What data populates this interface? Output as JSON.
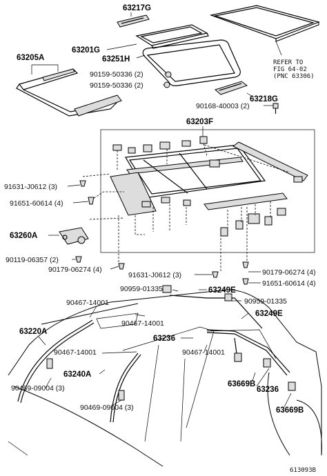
{
  "labels": {
    "p63217G": "63217G",
    "p63201G": "63201G",
    "p63251H": "63251H",
    "p63205A": "63205A",
    "b90159a": "90159-50336 (2)",
    "b90159b": "90159-50336 (2)",
    "refer1": "REFER TO",
    "refer2": "FIG 64-02",
    "refer3": "(PNC 63306)",
    "p63218G": "63218G",
    "b90168": "90168-40003 (2)",
    "p63203F": "63203F",
    "b91631a": "91631-J0612 (3)",
    "b91651a": "91651-60614 (4)",
    "p63260A": "63260A",
    "b90119": "90119-06357 (2)",
    "b90179a": "90179-06274 (4)",
    "b91631b": "91631-J0612 (3)",
    "b90179b": "90179-06274 (4)",
    "b91651b": "91651-60614 (4)",
    "b90959a": "90959-01335",
    "p63249Ea": "63249E",
    "b90467a": "90467-14001",
    "b90959b": "90959-01335",
    "b90467b": "90467-14001",
    "p63249Eb": "63249E",
    "p63220A": "63220A",
    "p63236a": "63236",
    "b90467c": "90467-14001",
    "b90467d": "90467-14001",
    "p63240A": "63240A",
    "b90469a": "90469-09004 (3)",
    "p63669Ba": "63669B",
    "p63236b": "63236",
    "b90469b": "90469-09004 (3)",
    "p63669Bb": "63669B",
    "figno": "613093B"
  }
}
